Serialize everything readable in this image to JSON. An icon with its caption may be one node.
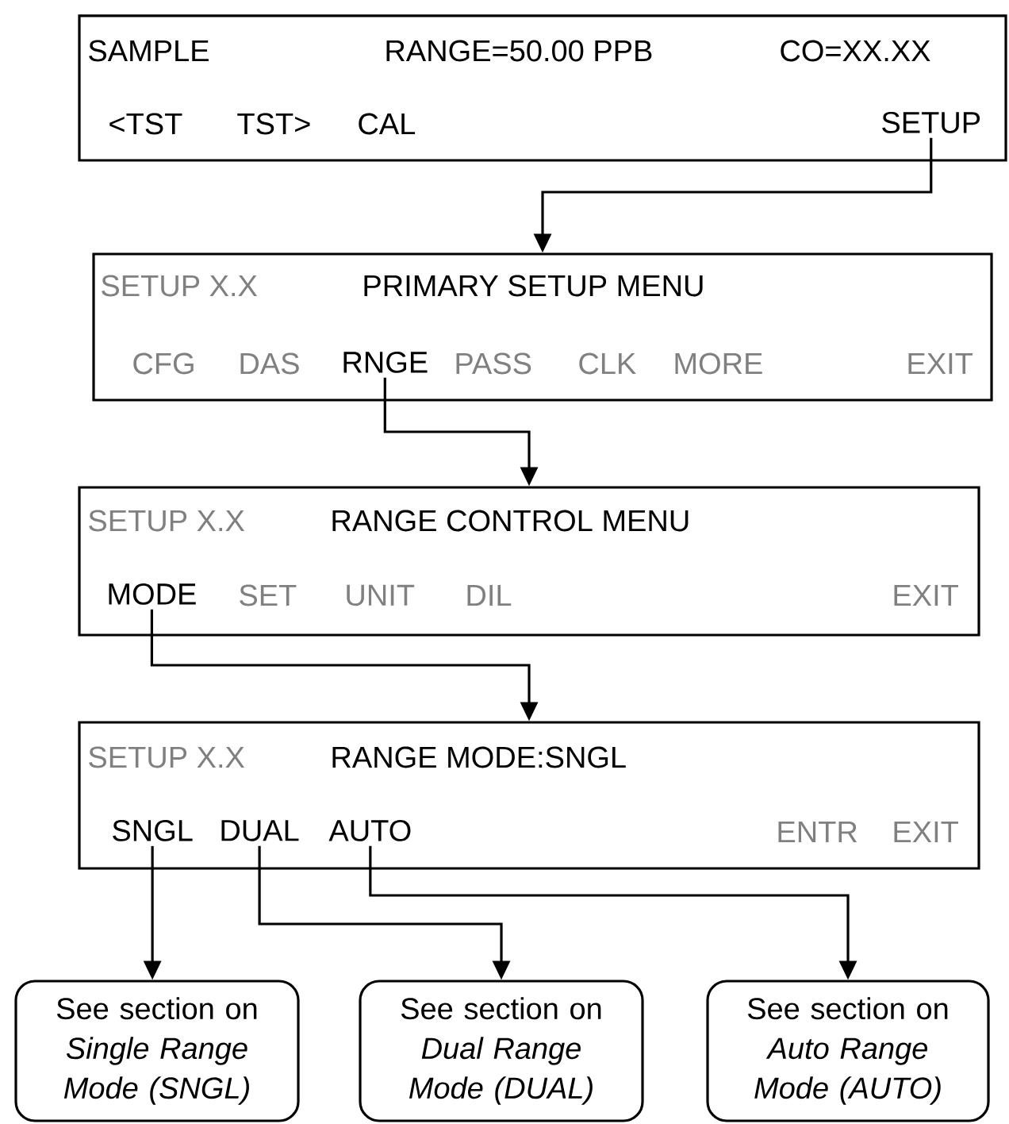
{
  "diagram": {
    "nodes": [
      {
        "text": [
          "SAMPLE",
          "RANGE=50.00 PPB",
          "CO=XX.XX",
          "<TST",
          "TST>",
          "CAL"
        ]
      },
      {
        "text": [
          "SETUP"
        ],
        "in": 0
      },
      {
        "text": [
          "SETUP X.X",
          "PRIMARY SETUP MENU",
          "CFG",
          "DAS",
          "PASS",
          "CLK",
          "MORE",
          "EXIT"
        ]
      },
      {
        "text": [
          "RNGE"
        ],
        "in": 2
      },
      {
        "text": [
          "SETUP X.X",
          "RANGE CONTROL MENU",
          "SET",
          "UNIT",
          "DIL",
          "EXIT"
        ]
      },
      {
        "text": [
          "MODE"
        ],
        "in": 4
      },
      {
        "text": [
          "SETUP X.X",
          "RANGE MODE:SNGL",
          "ENTR",
          "EXIT"
        ]
      },
      {
        "text": [
          "SNGL"
        ],
        "in": 6
      },
      {
        "text": [
          "DUAL"
        ],
        "in": 6
      },
      {
        "text": [
          "AUTO"
        ],
        "in": 6
      },
      {
        "text": [
          "See section on",
          "Single Range Mode (SNGL)"
        ]
      },
      {
        "text": [
          "See section on",
          "Dual Range Mode (DUAL)"
        ]
      },
      {
        "text": [
          "See section on",
          "Auto Range Mode (AUTO)"
        ]
      }
    ],
    "edges": [
      {
        "from": 1,
        "to": 2,
        "arrow": "to"
      },
      {
        "from": 3,
        "to": 4,
        "arrow": "to"
      },
      {
        "from": 5,
        "to": 6,
        "arrow": "to"
      },
      {
        "from": 7,
        "to": 10,
        "arrow": "to"
      },
      {
        "from": 8,
        "to": 11,
        "arrow": "to"
      },
      {
        "from": 9,
        "to": 12,
        "arrow": "to"
      }
    ]
  }
}
